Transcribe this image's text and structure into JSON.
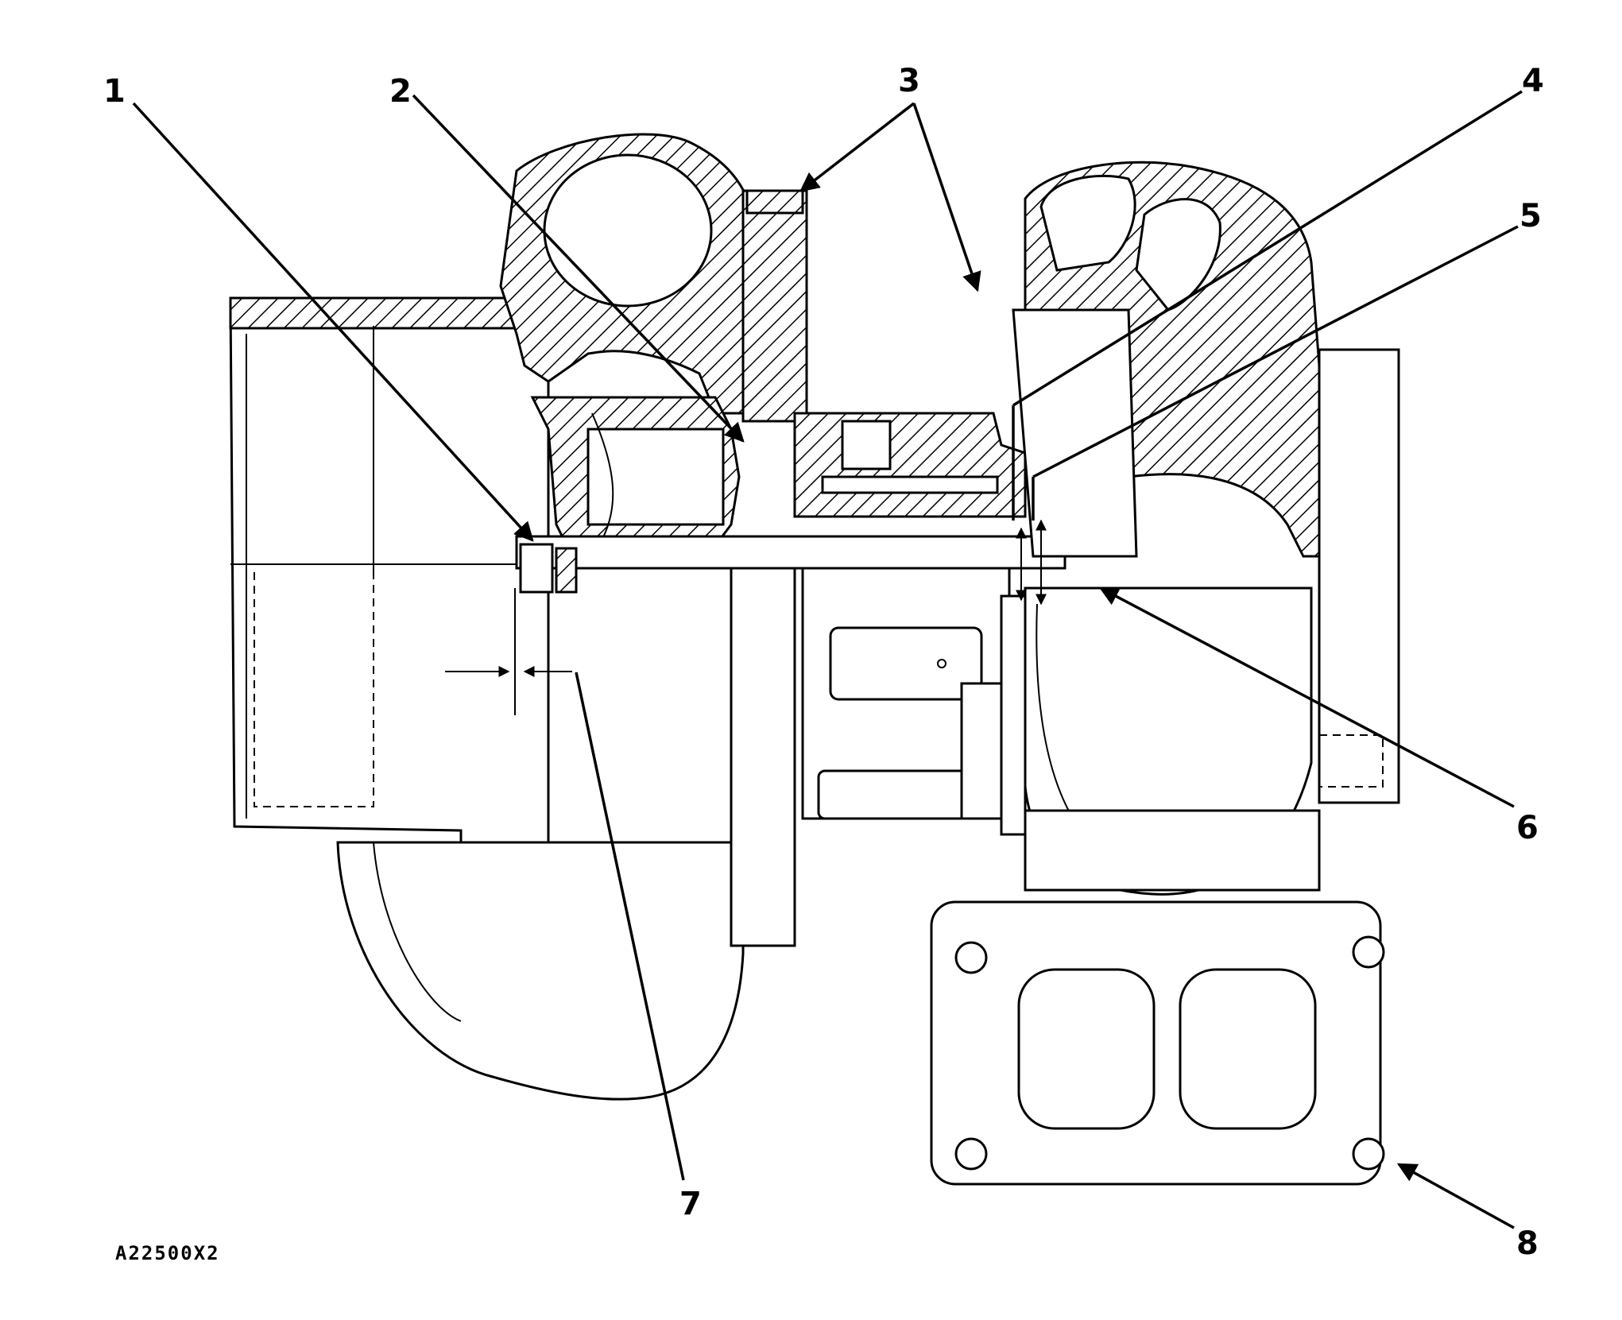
{
  "figure_id": "A22500X2",
  "callouts": [
    {
      "id": "1",
      "label": "1"
    },
    {
      "id": "2",
      "label": "2"
    },
    {
      "id": "3",
      "label": "3"
    },
    {
      "id": "4",
      "label": "4"
    },
    {
      "id": "5",
      "label": "5"
    },
    {
      "id": "6",
      "label": "6"
    },
    {
      "id": "7",
      "label": "7"
    },
    {
      "id": "8",
      "label": "8"
    }
  ],
  "colors": {
    "ink": "#000000",
    "paper": "#ffffff"
  }
}
